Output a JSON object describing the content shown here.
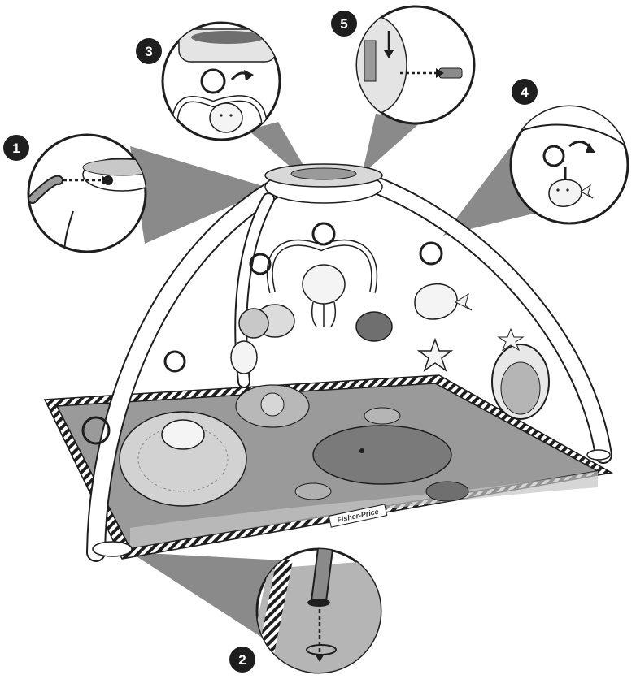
{
  "diagram": {
    "type": "assembly-illustration",
    "colors": {
      "line": "#1e1e1e",
      "cone": "#8a8a8a",
      "mat_base": "#9a9a9a",
      "mat_light": "#c4c4c4",
      "mat_dark": "#6f6f6f",
      "toy_fill": "#f4f4f4",
      "marker_fill": "#1e1e1e",
      "marker_text": "#ffffff"
    },
    "steps": [
      {
        "number": "1",
        "detail": "leg-insert-into-hub",
        "icon": "dashed-arrow-icon"
      },
      {
        "number": "2",
        "detail": "leg-insert-into-mat-sleeve",
        "icon": "down-arrow-icon"
      },
      {
        "number": "3",
        "detail": "hang-toy-arch-on-hub",
        "icon": "curved-arrow-icon"
      },
      {
        "number": "4",
        "detail": "attach-toy-to-arch",
        "icon": "curved-arrow-icon"
      },
      {
        "number": "5",
        "detail": "insert-batteries",
        "icon": "dashed-arrow-icon"
      }
    ],
    "mat_brand": "Fisher-Price"
  }
}
